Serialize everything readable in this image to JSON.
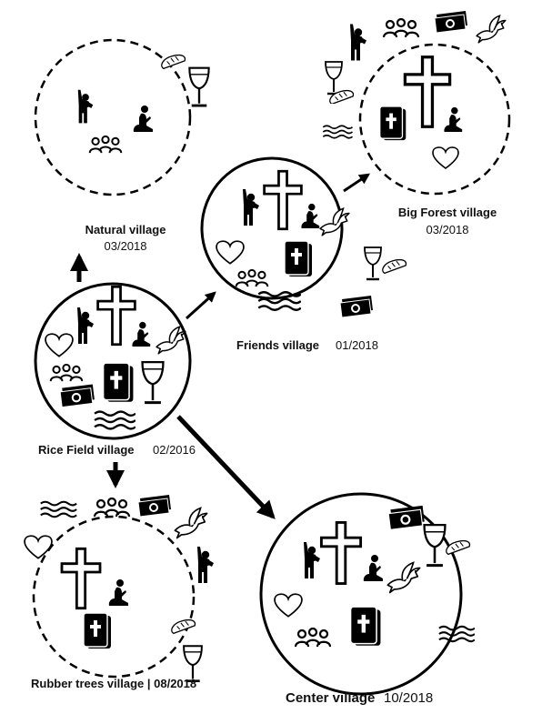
{
  "villages": {
    "natural": {
      "name": "Natural village",
      "date": "03/2018",
      "status": "planned"
    },
    "rice_field": {
      "name": "Rice Field village",
      "date": "02/2016",
      "status": "established"
    },
    "friends": {
      "name": "Friends village",
      "date": "01/2018",
      "status": "established"
    },
    "big_forest": {
      "name": "Big Forest village",
      "date": "03/2018",
      "status": "planned"
    },
    "rubber_trees": {
      "name": "Rubber trees village | 08/2018",
      "date": "",
      "status": "planned"
    },
    "center": {
      "name": "Center village",
      "date": "10/2018",
      "status": "established"
    }
  },
  "connections": [
    {
      "from": "Rice Field village",
      "to": "Natural village"
    },
    {
      "from": "Rice Field village",
      "to": "Friends village"
    },
    {
      "from": "Friends village",
      "to": "Big Forest village"
    },
    {
      "from": "Rice Field village",
      "to": "Rubber trees village"
    },
    {
      "from": "Rice Field village",
      "to": "Center village"
    }
  ],
  "icons": [
    "cross-icon",
    "prayer-icon",
    "worship-icon",
    "group-icon",
    "bible-icon",
    "heart-icon",
    "dove-icon",
    "wine-icon",
    "bread-icon",
    "money-icon",
    "water-icon"
  ]
}
